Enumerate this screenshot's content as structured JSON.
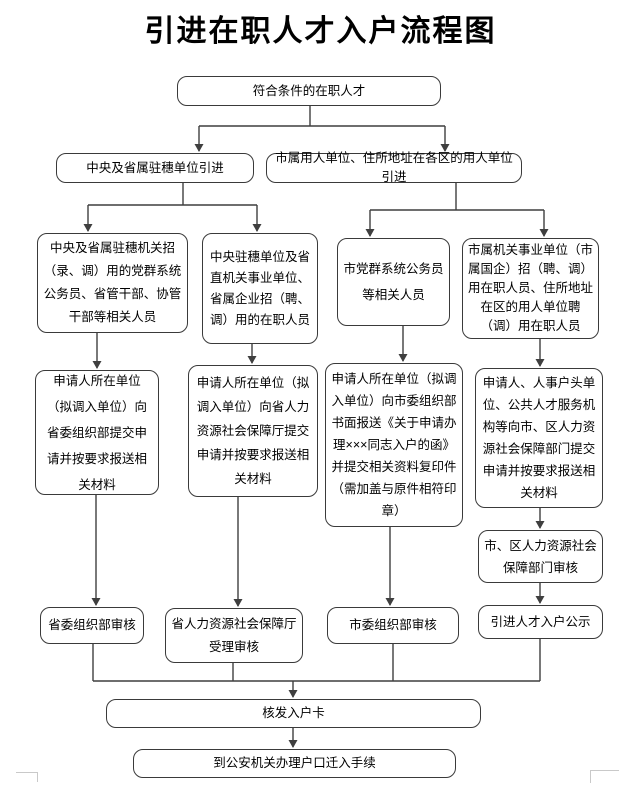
{
  "title": "引进在职人才入户流程图",
  "diagram_type": "flowchart",
  "nodes": {
    "start": "符合条件的在职人才",
    "branch_central": "中央及省属驻穗单位引进",
    "branch_city": "市属用人单位、住所地址在各区的用人单位引进",
    "cat_central_party": "中央及省属驻穗机关招（录、调）用的党群系统公务员、省管干部、协管干部等相关人员",
    "cat_central_enterprise": "中央驻穗单位及省直机关事业单位、省属企业招（聘、调）用的在职人员",
    "cat_city_party": "市党群系统公务员等相关人员",
    "cat_city_org": "市属机关事业单位（市属国企）招（聘、调）用在职人员、住所地址在区的用人单位聘（调）用在职人员",
    "apply_provincial_org": "申请人所在单位（拟调入单位）向省委组织部提交申请并按要求报送相关材料",
    "apply_provincial_hr": "申请人所在单位（拟调入单位）向省人力资源社会保障厅提交申请并按要求报送相关材料",
    "apply_city_org": "申请人所在单位（拟调入单位）向市委组织部书面报送《关于申请办理×××同志入户的函》并提交相关资料复印件（需加盖与原件相符印章）",
    "apply_city_hr": "申请人、人事户头单位、公共人才服务机构等向市、区人力资源社会保障部门提交申请并按要求报送相关材料",
    "review_city_hr": "市、区人力资源社会保障部门审核",
    "review_provincial_org": "省委组织部审核",
    "review_provincial_hr": "省人力资源社会保障厅受理审核",
    "review_city_org": "市委组织部审核",
    "publicity": "引进人才入户公示",
    "issue_card": "核发入户卡",
    "police": "到公安机关办理户口迁入手续"
  },
  "colors": {
    "background": "#ffffff",
    "box_border": "#3a3a3a",
    "line": "#3f3f3f",
    "text": "#000000",
    "scan_mark": "#c9c9c9"
  }
}
